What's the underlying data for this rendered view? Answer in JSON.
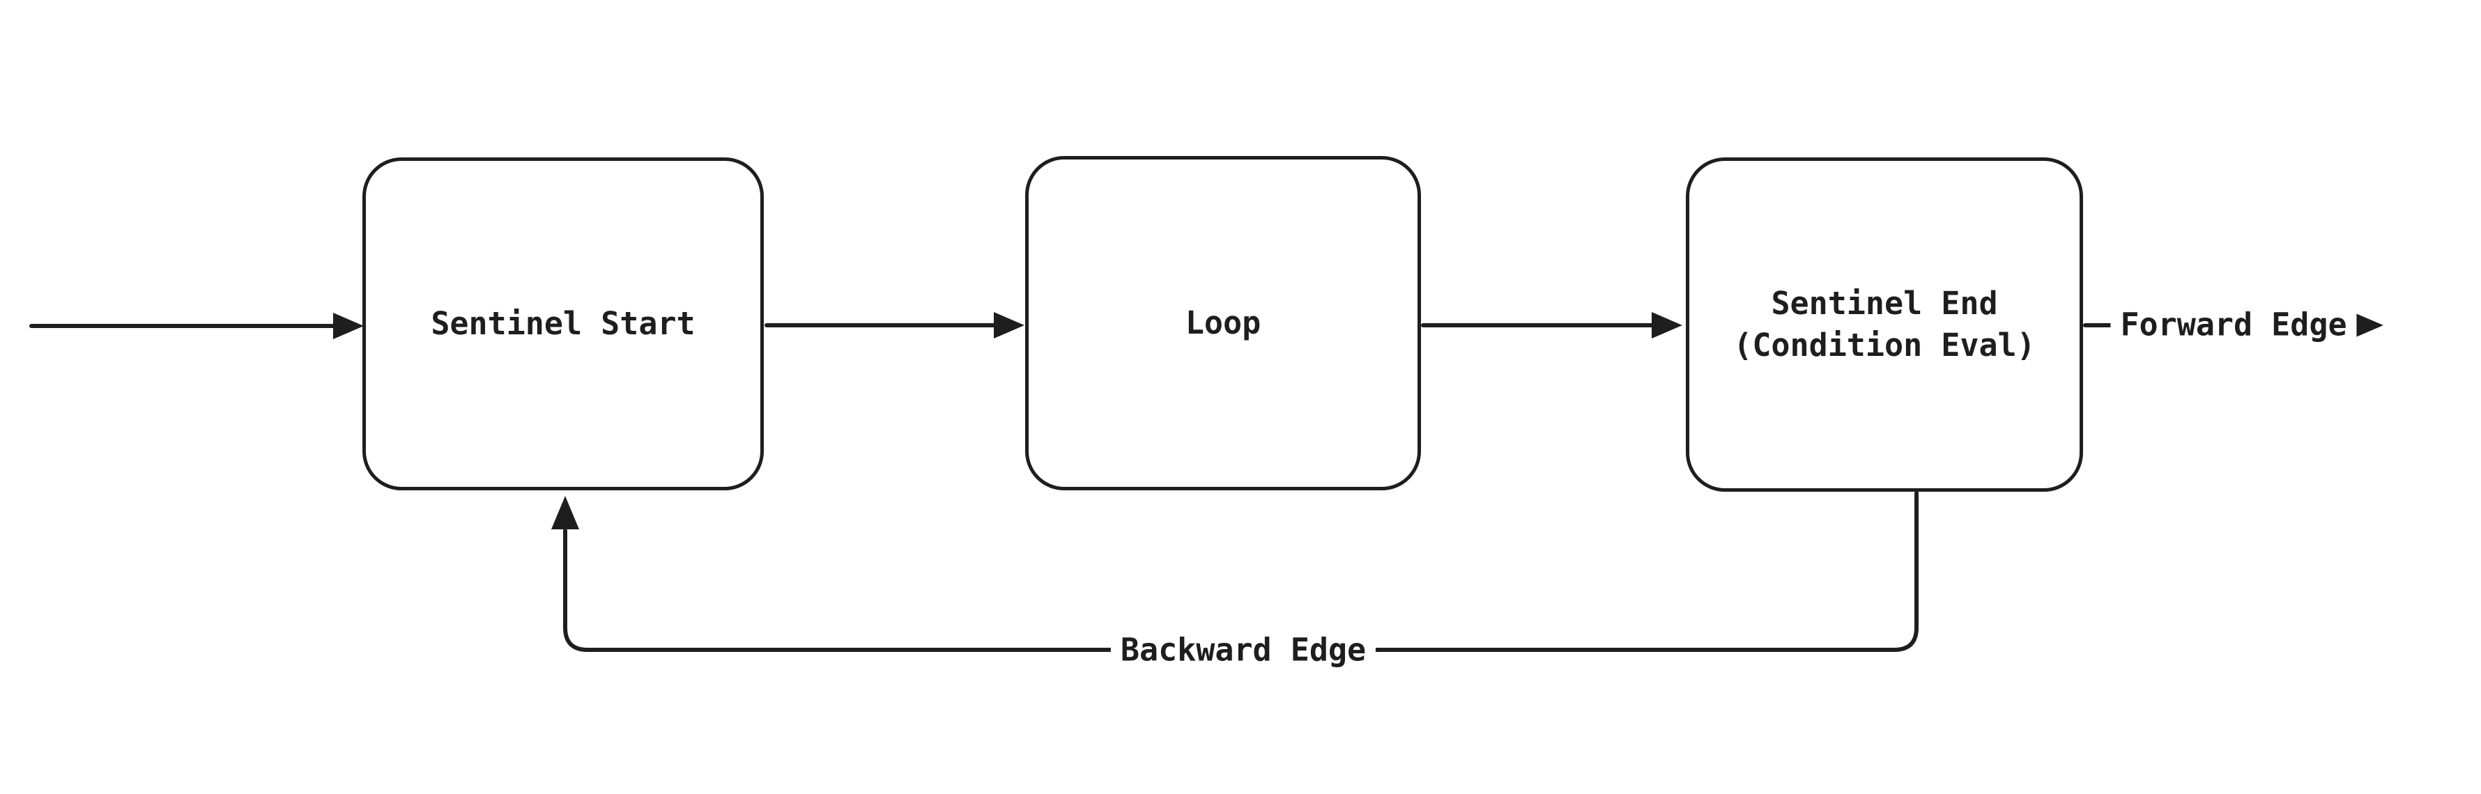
{
  "canvas": {
    "background": "#ffffff",
    "stroke_color": "#1e1e1e"
  },
  "nodes": [
    {
      "id": "sentinel-start",
      "label": "Sentinel Start"
    },
    {
      "id": "loop",
      "label": "Loop"
    },
    {
      "id": "sentinel-end",
      "label": "Sentinel End\n(Condition Eval)"
    }
  ],
  "edge_labels": {
    "forward": "Forward Edge",
    "backward": "Backward Edge"
  }
}
